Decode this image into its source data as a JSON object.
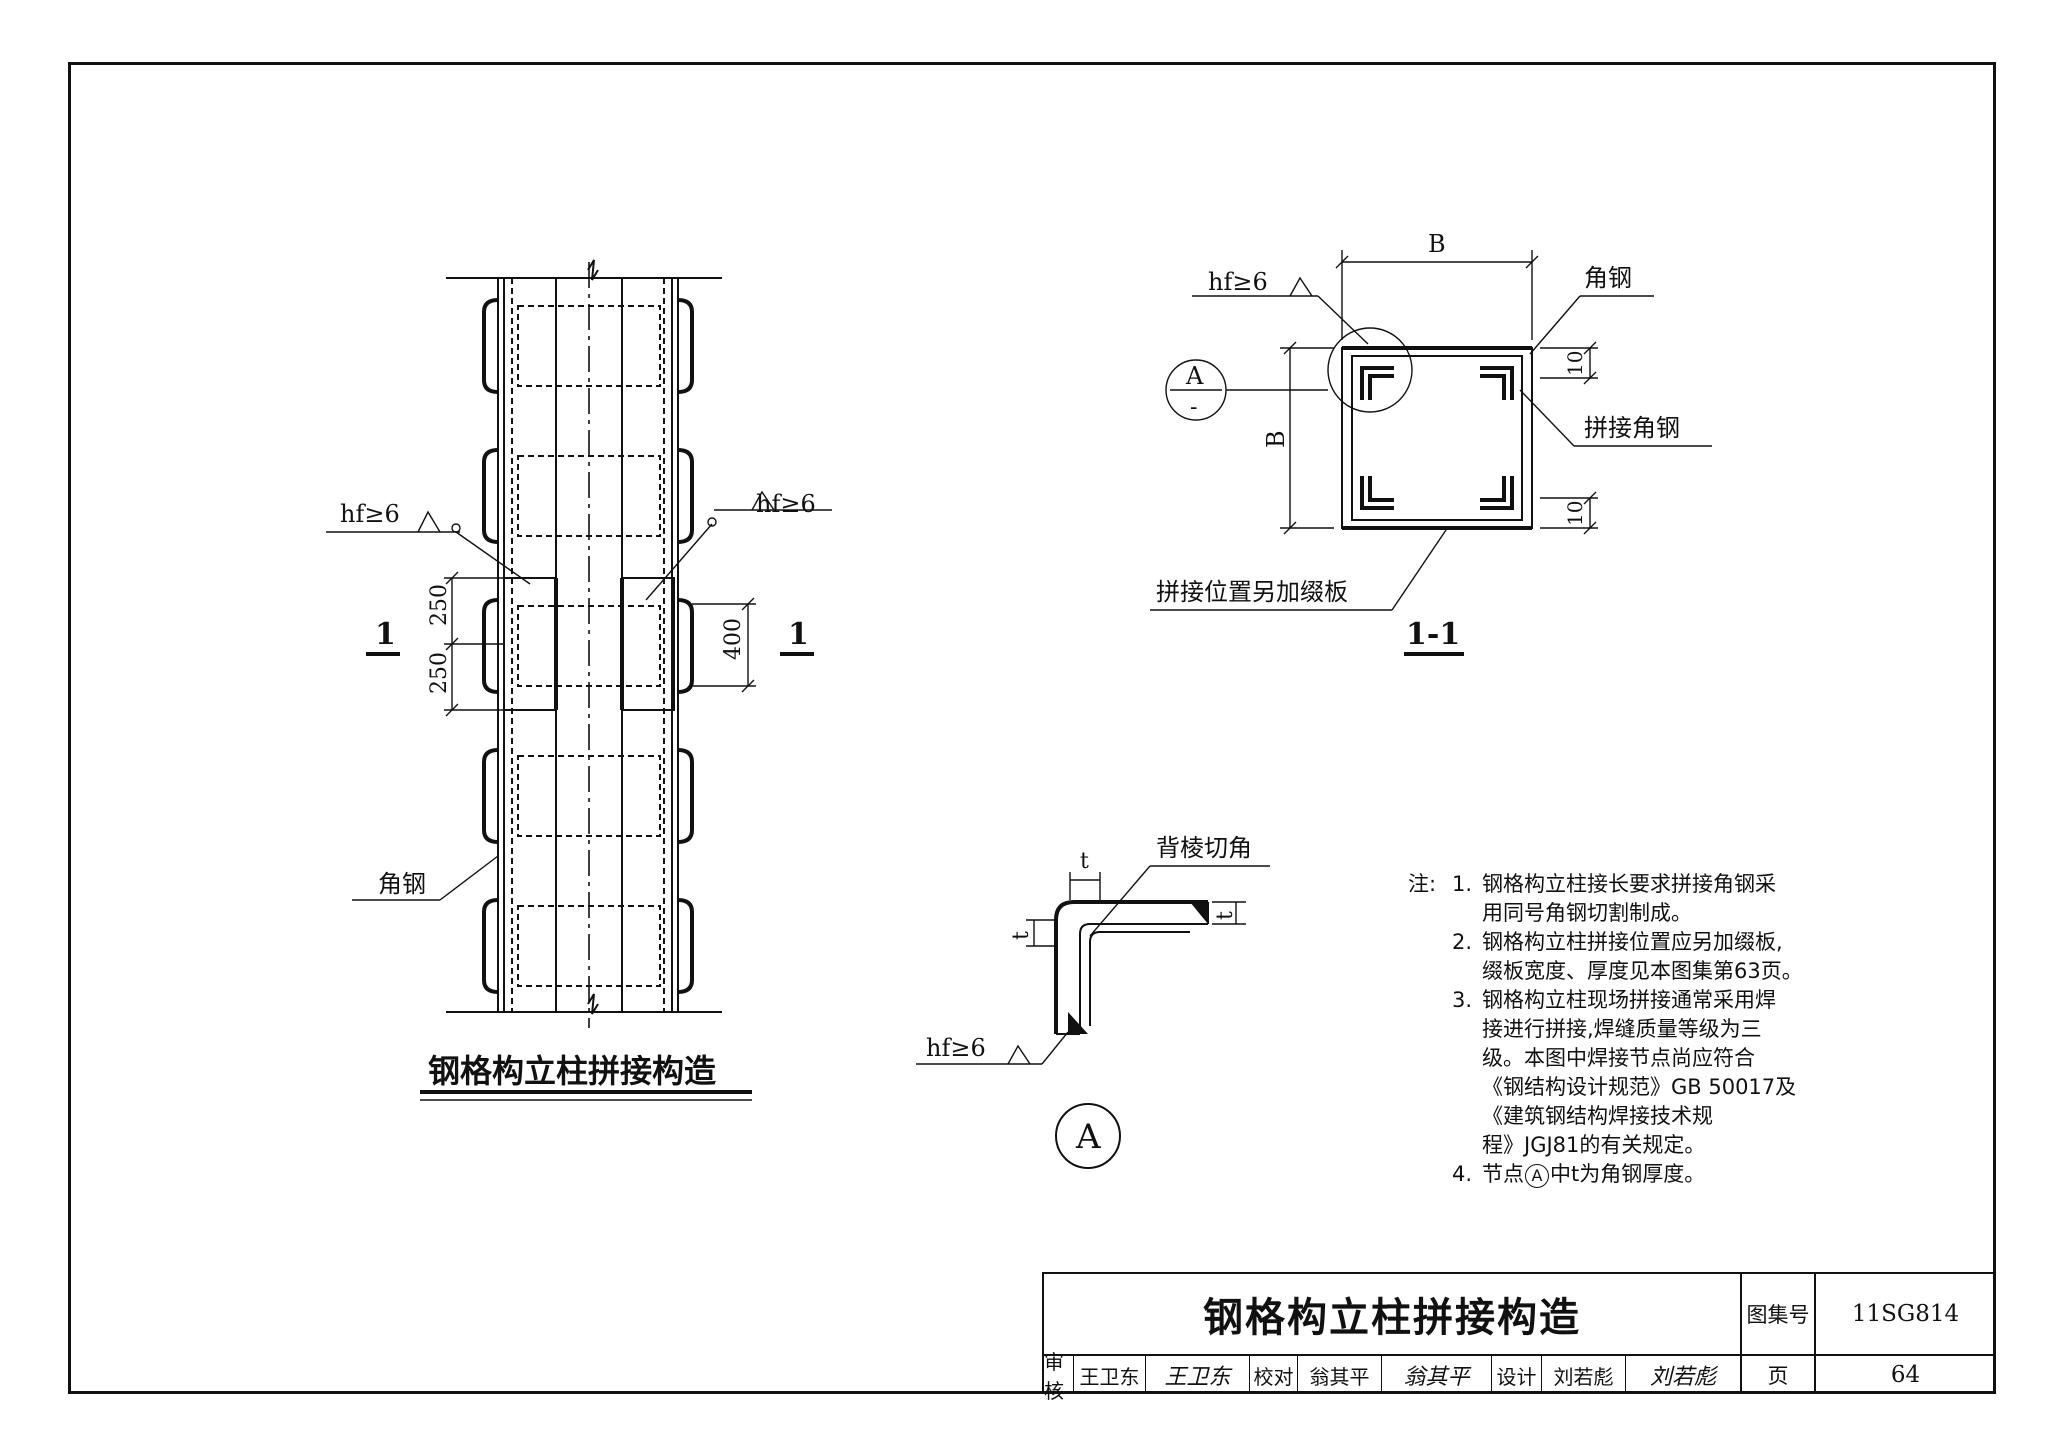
{
  "elevation": {
    "title": "钢格构立柱拼接构造",
    "weld_left": "hf≥6",
    "weld_right": "hf≥6",
    "dim_250_top": "250",
    "dim_250_bottom": "250",
    "dim_400": "400",
    "section_mark_left": "1",
    "section_mark_right": "1",
    "angle_label": "角钢"
  },
  "section": {
    "dim_b_top": "B",
    "dim_b_left": "B",
    "weld": "hf≥6",
    "angle_label": "角钢",
    "splice_angle_label": "拼接角钢",
    "batten_label": "拼接位置另加缀板",
    "dim_10_top": "10",
    "dim_10_bottom": "10",
    "detail_ref_letter": "A",
    "detail_ref_dash": "-",
    "title": "1-1"
  },
  "detail_a": {
    "chamfer_label": "背棱切角",
    "t_top": "t",
    "t_left": "t",
    "t_right": "t",
    "weld": "hf≥6",
    "letter": "A"
  },
  "notes": {
    "prefix": "注:",
    "items": [
      {
        "num": "1.",
        "text": "钢格构立柱接长要求拼接角钢采\n用同号角钢切割制成。"
      },
      {
        "num": "2.",
        "text": "钢格构立柱拼接位置应另加缀板,\n缀板宽度、厚度见本图集第63页。"
      },
      {
        "num": "3.",
        "text": "钢格构立柱现场拼接通常采用焊\n接进行拼接,焊缝质量等级为三\n级。本图中焊接节点尚应符合\n《钢结构设计规范》GB 50017及\n《建筑钢结构焊接技术规\n程》JGJ81的有关规定。"
      },
      {
        "num": "4.",
        "text_before": "节点",
        "circled": "A",
        "text_after": "中t为角钢厚度。"
      }
    ]
  },
  "title_block": {
    "title": "钢格构立柱拼接构造",
    "atlas_label": "图集号",
    "atlas_no": "11SG814",
    "page_label": "页",
    "page_no": "64",
    "review_label": "审核",
    "reviewer": "王卫东",
    "reviewer_sig": "王卫东",
    "check_label": "校对",
    "checker": "翁其平",
    "checker_sig": "翁其平",
    "design_label": "设计",
    "designer": "刘若彪",
    "designer_sig": "刘若彪"
  }
}
